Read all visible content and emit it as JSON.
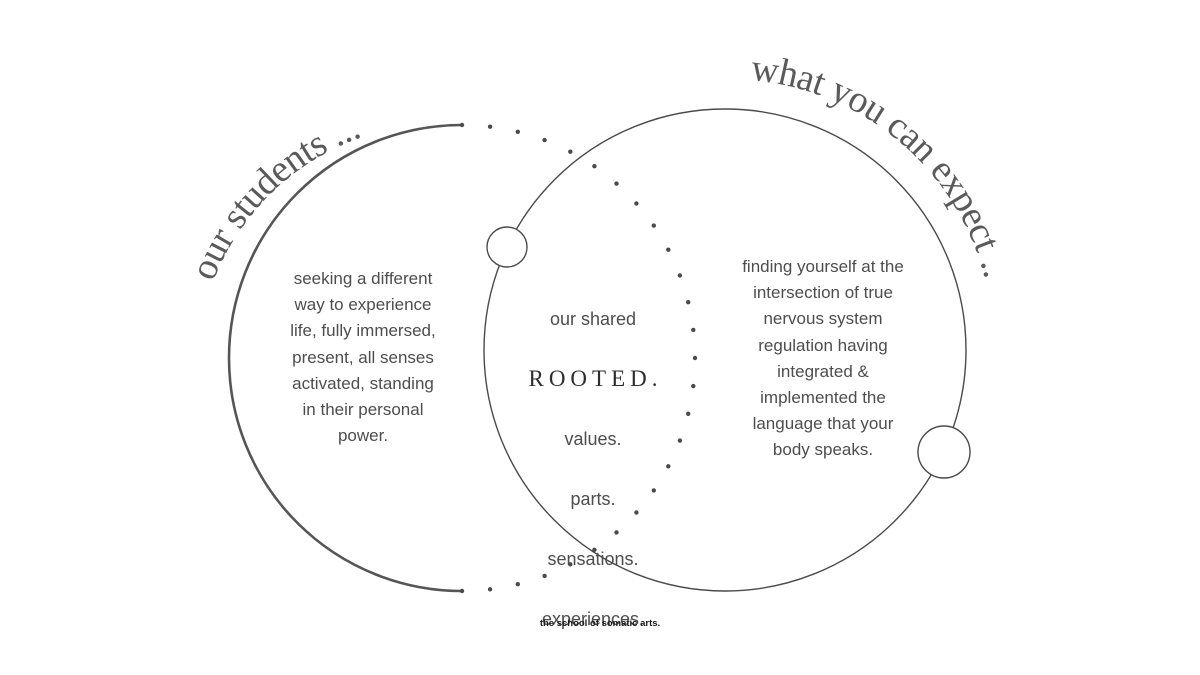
{
  "diagram": {
    "left_title": "our students ...",
    "right_title": "what you can expect ...",
    "left_text": "seeking a different\nway to experience\nlife, fully immersed,\npresent, all senses\nactivated, standing\nin their personal\npower.",
    "center": {
      "intro": "our shared",
      "emphasis": "ROOTED.",
      "items": [
        "values.",
        "parts.",
        "sensations.",
        "experiences."
      ]
    },
    "right_text": "finding yourself at the\nintersection of true\nnervous system\nregulation having\nintegrated &\nimplemented the\nlanguage that your\nbody speaks.",
    "footer": "the school of somatic arts."
  },
  "colors": {
    "line_dark": "#555555",
    "line_light": "#4a4a4a",
    "text": "#4d4d4d"
  }
}
